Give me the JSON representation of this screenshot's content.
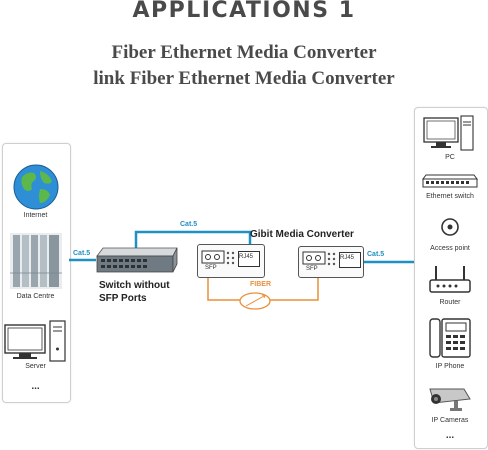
{
  "header": {
    "title": "APPLICATIONS 1",
    "subtitle_line1": "Fiber Ethernet Media Converter",
    "subtitle_line2": "link Fiber Ethernet Media Converter"
  },
  "left_panel": {
    "items": [
      {
        "label": "Internet",
        "icon": "globe-icon"
      },
      {
        "label": "Data Centre",
        "icon": "server-rack-icon"
      },
      {
        "label": "Server",
        "icon": "desktop-tower-icon"
      }
    ],
    "more": "..."
  },
  "right_panel": {
    "items": [
      {
        "label": "PC",
        "icon": "desktop-pc-icon"
      },
      {
        "label": "Ethernet switch",
        "icon": "ethernet-switch-icon"
      },
      {
        "label": "Access point",
        "icon": "access-point-icon"
      },
      {
        "label": "Router",
        "icon": "router-icon"
      },
      {
        "label": "IP Phone",
        "icon": "ip-phone-icon"
      },
      {
        "label": "IP Cameras",
        "icon": "ip-camera-icon"
      }
    ],
    "more": "..."
  },
  "center": {
    "cable_left": "Cat.5",
    "cable_top": "Cat.5",
    "cable_right": "Cat.5",
    "switch_label_line1": "Switch without",
    "switch_label_line2": "SFP Ports",
    "converter_label": "Gibit Media Converter",
    "fiber_label": "FIBER",
    "sfp_label": "SFP",
    "rj45_label": "RJ45"
  },
  "colors": {
    "cable": "#1f8fc4",
    "fiber": "#e8903a",
    "title": "#4a4a4a"
  }
}
